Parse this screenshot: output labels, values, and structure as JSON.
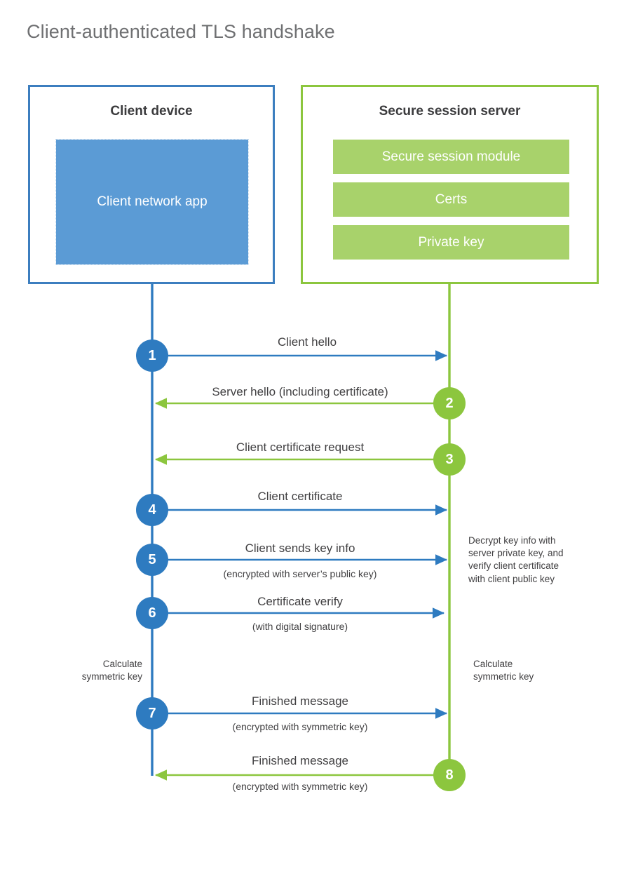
{
  "page": {
    "title": "Client-authenticated TLS handshake",
    "background": "#ffffff"
  },
  "colors": {
    "client_accent": "#3C7EBF",
    "client_fill": "#5B9BD5",
    "server_accent": "#8CC63E",
    "server_fill": "#A8D26B",
    "step_blue": "#2E7BC0",
    "step_green": "#8CC63E",
    "text": "#414042",
    "title_text": "#6f7072"
  },
  "participants": [
    {
      "id": "client",
      "title": "Client device",
      "blocks": [
        "Client network app"
      ]
    },
    {
      "id": "server",
      "title": "Secure session server",
      "blocks": [
        "Secure session module",
        "Certs",
        "Private key"
      ]
    }
  ],
  "messages": [
    {
      "step": "1",
      "label": "Client hello",
      "sublabel": "",
      "direction": "client-to-server",
      "color": "blue"
    },
    {
      "step": "2",
      "label": "Server hello (including certificate)",
      "sublabel": "",
      "direction": "server-to-client",
      "color": "green"
    },
    {
      "step": "3",
      "label": "Client certificate request",
      "sublabel": "",
      "direction": "server-to-client",
      "color": "green"
    },
    {
      "step": "4",
      "label": "Client certificate",
      "sublabel": "",
      "direction": "client-to-server",
      "color": "blue"
    },
    {
      "step": "5",
      "label": "Client sends key info",
      "sublabel": "(encrypted with server’s public key)",
      "direction": "client-to-server",
      "color": "blue"
    },
    {
      "step": "6",
      "label": "Certificate verify",
      "sublabel": "(with digital signature)",
      "direction": "client-to-server",
      "color": "blue"
    },
    {
      "step": "7",
      "label": "Finished message",
      "sublabel": "(encrypted with symmetric key)",
      "direction": "client-to-server",
      "color": "blue"
    },
    {
      "step": "8",
      "label": "Finished message",
      "sublabel": "(encrypted with symmetric key)",
      "direction": "server-to-client",
      "color": "green"
    }
  ],
  "annotations": {
    "server_decrypt": "Decrypt key info with\nserver private key, and\nverify client certificate\nwith client public key",
    "server_decrypt_lines": [
      "Decrypt key info with",
      "server private key, and",
      "verify client certificate",
      "with client public key"
    ],
    "client_calculate_lines": [
      "Calculate",
      "symmetric key"
    ],
    "server_calculate_lines": [
      "Calculate",
      "symmetric key"
    ]
  }
}
